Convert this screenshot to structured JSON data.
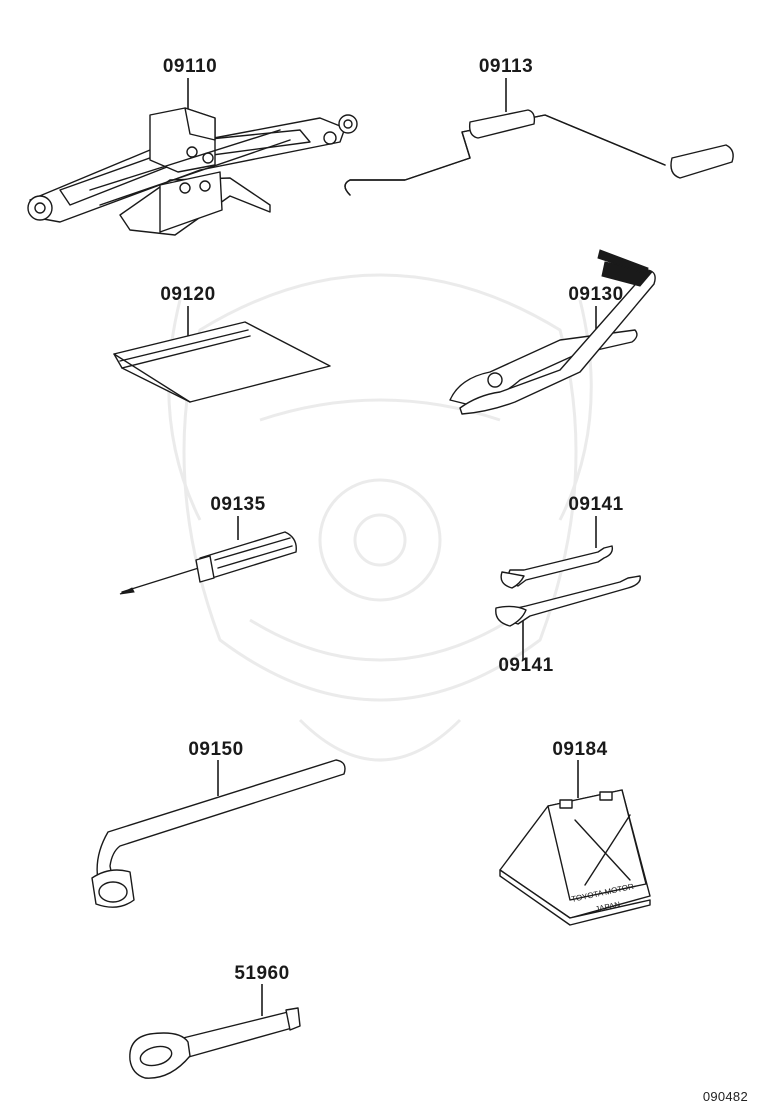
{
  "parts": [
    {
      "id": "jack",
      "number": "09110"
    },
    {
      "id": "jack-handle",
      "number": "09113"
    },
    {
      "id": "tool-bag",
      "number": "09120"
    },
    {
      "id": "pliers",
      "number": "09130"
    },
    {
      "id": "screwdriver",
      "number": "09135"
    },
    {
      "id": "wrench-upper",
      "number": "09141"
    },
    {
      "id": "wrench-lower",
      "number": "09141"
    },
    {
      "id": "lug-wrench",
      "number": "09150"
    },
    {
      "id": "wheel-chock",
      "number": "09184"
    },
    {
      "id": "towing-eye",
      "number": "51960"
    }
  ],
  "chock_text": {
    "line1": "TOYOTA MOTOR",
    "line2": "JAPAN"
  },
  "diagram_code": "090482"
}
